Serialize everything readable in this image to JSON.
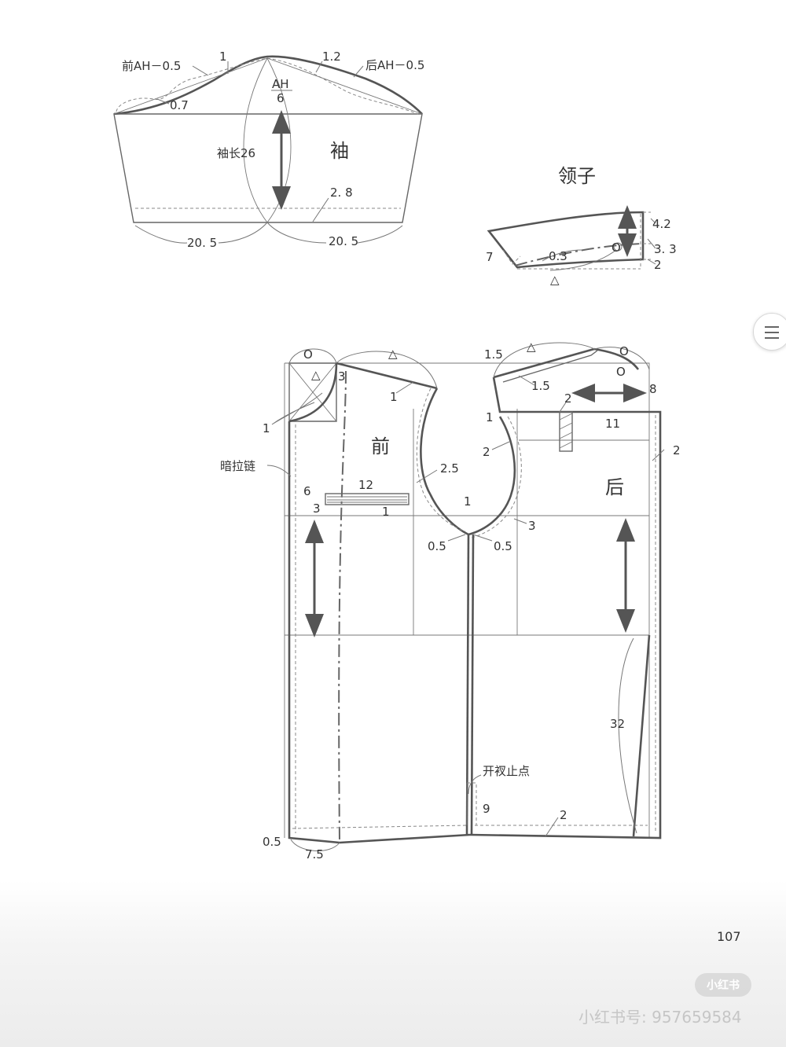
{
  "sleeve": {
    "front_ah": "前AH－0.5",
    "back_ah": "后AH－0.5",
    "ease_front": "1",
    "ease_back": "1.2",
    "cap_front_offset": "0.7",
    "cap_height_numerator": "AH",
    "cap_height_denominator": "6",
    "sleeve_length": "袖长26",
    "title": "袖",
    "hem_allowance": "2. 8",
    "hem_front_width": "20. 5",
    "hem_back_width": "20. 5"
  },
  "collar": {
    "title": "领子",
    "height": "4.2",
    "stand": "3. 3",
    "bottom": "2",
    "front_end": "7",
    "rise": "0.3",
    "notch_mark": "O",
    "triangle_mark": "△"
  },
  "bodice": {
    "front_title": "前",
    "back_title": "后",
    "shoulder_mark_circle": "O",
    "shoulder_mark_triangle": "△",
    "front_neck_drop": "3",
    "front_shoulder_offset": "1",
    "front_facing_label": "1",
    "zip_label": "暗拉链",
    "zip_offset": "6",
    "pocket_depth": "3",
    "pocket_width": "12",
    "pocket_bottom": "1",
    "armhole_front": "2.5",
    "side_top": "1",
    "side_left": "0.5",
    "side_right": "0.5",
    "back_armhole_top": "1",
    "back_armhole_offset": "2",
    "back_armhole_depth": "3",
    "back_shoulder_top": "1.5",
    "back_shoulder_slope": "1.5",
    "back_neck_height": "8",
    "yoke_depth": "2",
    "yoke_width": "11",
    "back_edge_offset": "2",
    "back_length": "32",
    "vent_label": "开衩止点",
    "vent_length": "9",
    "hem_allowance": "2",
    "front_hem_left": "0.5",
    "front_hem_width": "7.5"
  },
  "page": {
    "number": "107",
    "logo": "小红书",
    "watermark": "小红书号: 957659584"
  }
}
